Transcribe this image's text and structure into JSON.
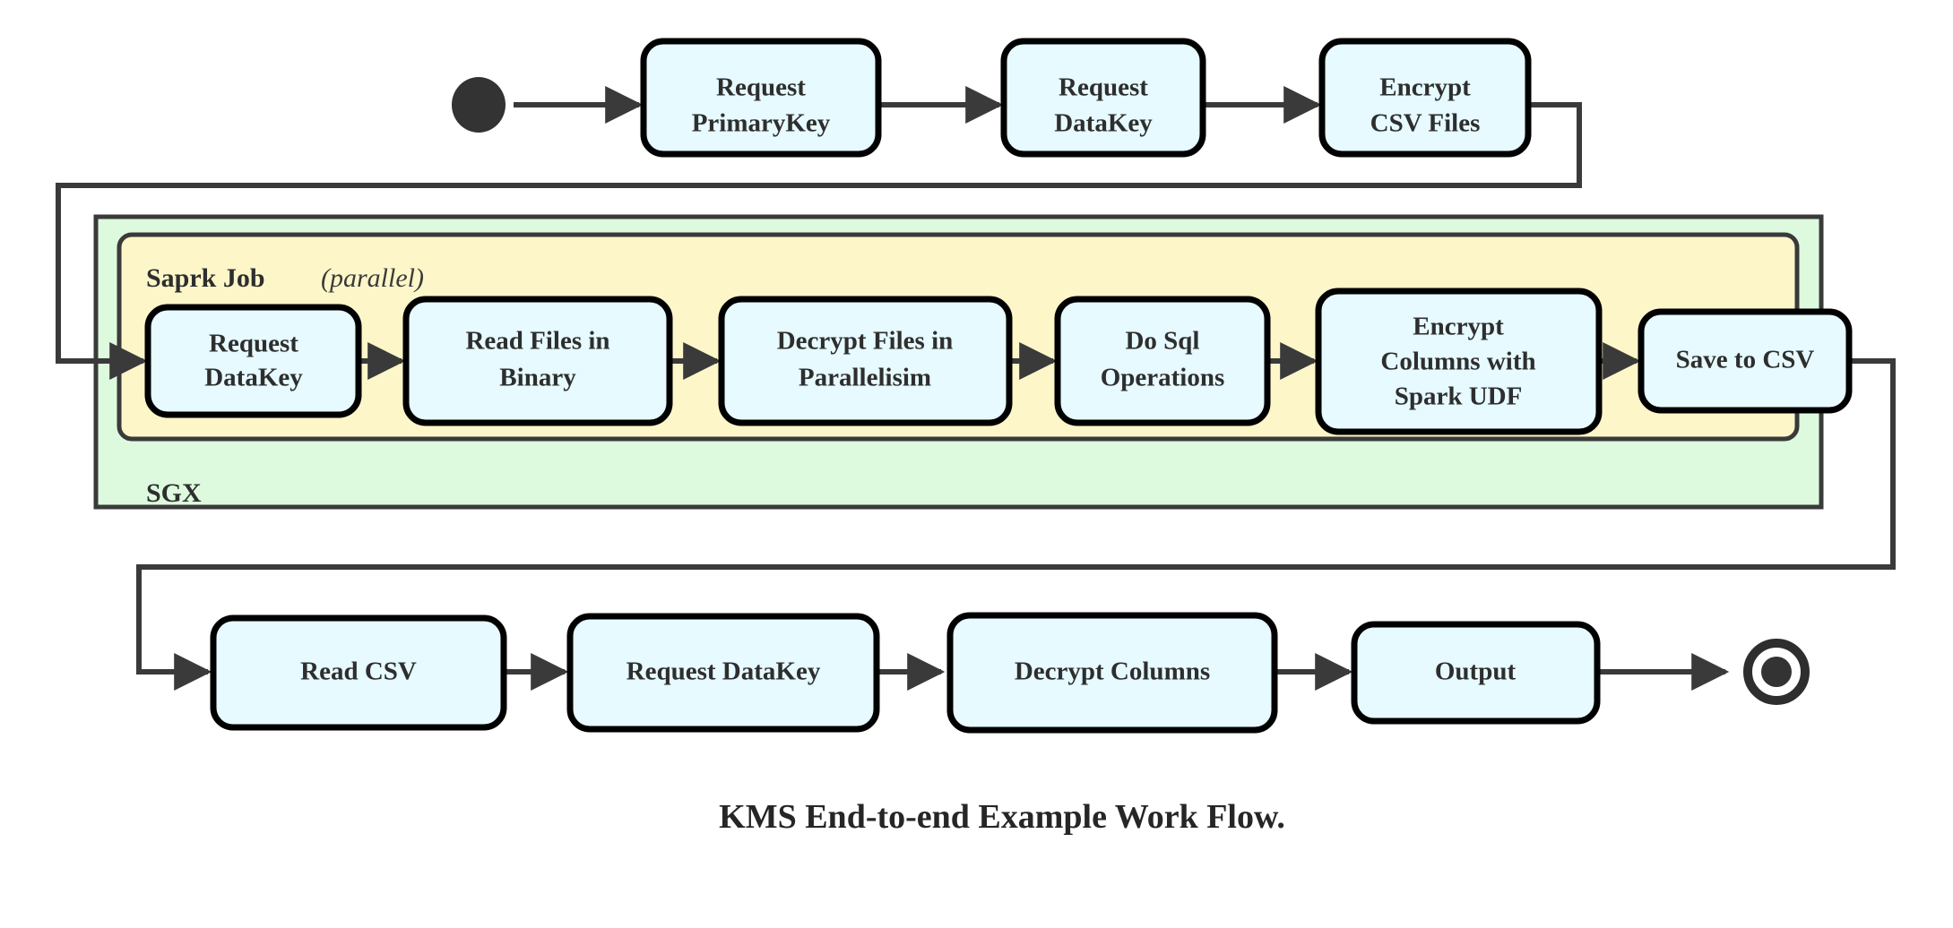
{
  "diagram": {
    "caption": "KMS End-to-end Example Work Flow.",
    "colors": {
      "node_fill": "#e6faff",
      "node_stroke": "#000000",
      "spark_group_fill": "#fdf6c9",
      "sgx_group_fill": "#ddfade",
      "group_stroke": "#3a3a3a",
      "edge_stroke": "#3a3a3a",
      "text": "#2e2e2e"
    },
    "groups": {
      "sgx": {
        "label": "SGX",
        "label_position": "bottom-left"
      },
      "spark": {
        "label": "Saprk Job",
        "annotation": "(parallel)",
        "label_position": "top-left"
      }
    },
    "start_node": {
      "type": "filled-circle",
      "label": ""
    },
    "end_node": {
      "type": "double-circle",
      "label": ""
    },
    "row_top": [
      {
        "id": "request-primarykey",
        "lines": [
          "Request",
          "PrimaryKey"
        ]
      },
      {
        "id": "request-datakey-top",
        "lines": [
          "Request",
          "DataKey"
        ]
      },
      {
        "id": "encrypt-csv-files",
        "lines": [
          "Encrypt",
          "CSV Files"
        ]
      }
    ],
    "row_spark": [
      {
        "id": "request-datakey-spark",
        "lines": [
          "Request",
          "DataKey"
        ]
      },
      {
        "id": "read-files-in-binary",
        "lines": [
          "Read Files in",
          "Binary"
        ]
      },
      {
        "id": "decrypt-files-in-parallelisim",
        "lines": [
          "Decrypt Files in",
          "Parallelisim"
        ]
      },
      {
        "id": "do-sql-operations",
        "lines": [
          "Do Sql",
          "Operations"
        ]
      },
      {
        "id": "encrypt-columns-with-spark-udf",
        "lines": [
          "Encrypt",
          "Columns with",
          "Spark UDF"
        ]
      },
      {
        "id": "save-to-csv",
        "lines": [
          "Save to CSV"
        ]
      }
    ],
    "row_bottom": [
      {
        "id": "read-csv",
        "lines": [
          "Read CSV"
        ]
      },
      {
        "id": "request-datakey-bottom",
        "lines": [
          "Request DataKey"
        ]
      },
      {
        "id": "decrypt-columns",
        "lines": [
          "Decrypt Columns"
        ]
      },
      {
        "id": "output",
        "lines": [
          "Output"
        ]
      }
    ]
  }
}
